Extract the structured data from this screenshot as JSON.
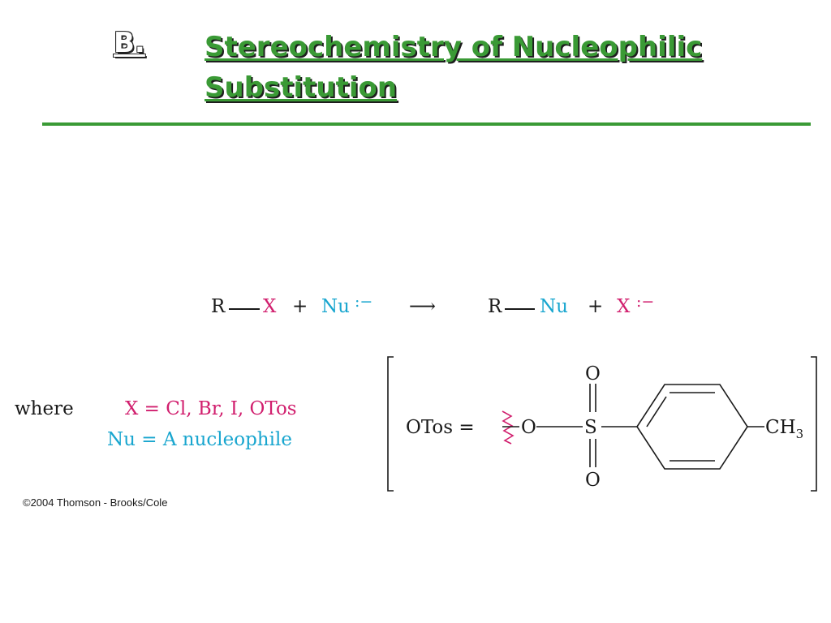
{
  "title": {
    "section": "B.",
    "text": "Stereochemistry of Nucleophilic Substitution"
  },
  "reaction": {
    "r1": "R",
    "x1": "X",
    "plus1": "+",
    "nu1": "Nu",
    "charge_nu": ":−",
    "arrow": "⟶",
    "r2": "R",
    "nu2": "Nu",
    "plus2": "+",
    "x2": "X",
    "charge_x": ":−"
  },
  "definitions": {
    "where_label": "where",
    "x_definition": "X = Cl, Br, I, OTos",
    "nu_definition": "Nu = A nucleophile"
  },
  "otos_structure": {
    "label": "OTos =",
    "oxygen_link": "O",
    "sulfur": "S",
    "oxygen_top": "O",
    "oxygen_bottom": "O",
    "methyl": "CH",
    "methyl_subscript": "3"
  },
  "credit": "©2004 Thomson - Brooks/Cole",
  "colors": {
    "title_green": "#3a9a35",
    "leaving_group_pink": "#d11f6e",
    "nucleophile_cyan": "#19a6cf"
  }
}
